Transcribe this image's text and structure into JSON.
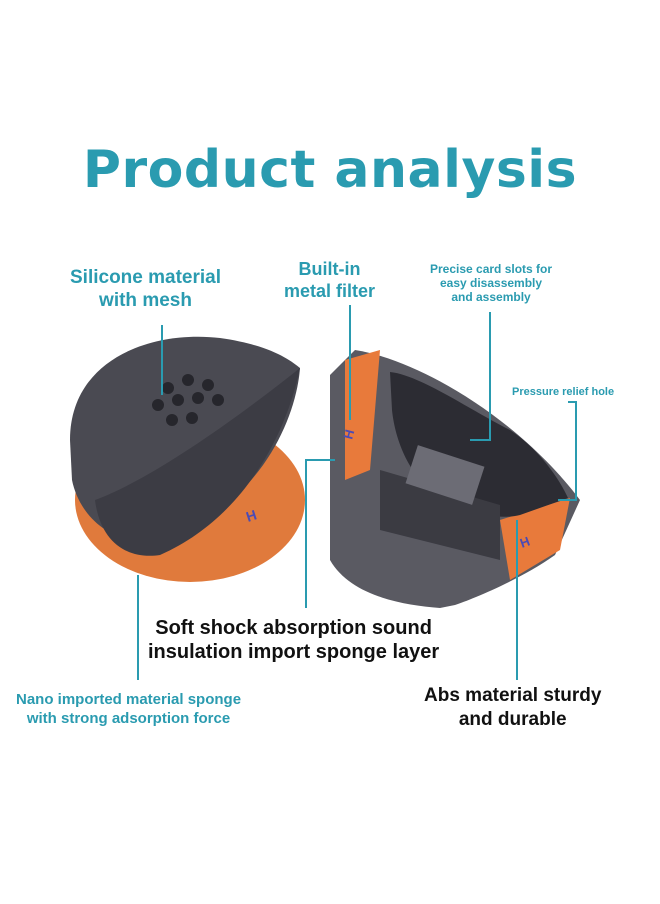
{
  "title": "Product analysis",
  "colors": {
    "accent": "#2a9bb0",
    "sponge": "#e37a3d",
    "silicone": "#4a4a52",
    "text_dark": "#111111"
  },
  "labels": {
    "silicone": [
      "Silicone material",
      "with mesh"
    ],
    "filter": [
      "Built-in",
      "metal filter"
    ],
    "card_slots": [
      "Precise card slots for",
      "easy disassembly",
      "and assembly"
    ],
    "relief_hole": "Pressure relief hole",
    "sponge_layer": [
      "Soft shock absorption sound",
      "insulation import sponge layer"
    ],
    "nano_sponge": [
      "Nano imported material sponge",
      "with strong adsorption force"
    ],
    "abs": [
      "Abs material sturdy",
      "and durable"
    ]
  }
}
